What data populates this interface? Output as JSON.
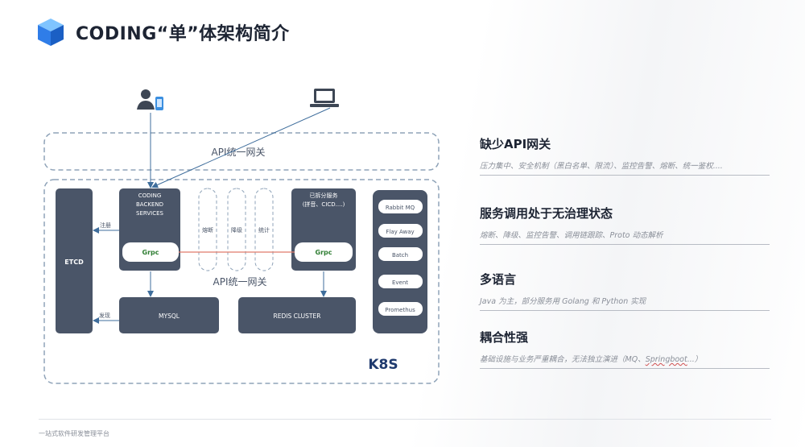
{
  "header": {
    "title": "CODING“单”体架构简介"
  },
  "diagram": {
    "gateway_top_label": "API统一网关",
    "gateway_mid_label": "API统一网关",
    "etcd_label": "ETCD",
    "register_label": "注册",
    "discover_label": "发现",
    "backend_lines": [
      "CODING",
      "BACKEND",
      "SERVICES"
    ],
    "grpc_left": "Grpc",
    "grpc_right": "Grpc",
    "split_lines": [
      "已拆分服务",
      "(拼音、CICD....)"
    ],
    "pill_fuse": "熔断",
    "pill_degrade": "降级",
    "pill_stats": "统计",
    "mysql_label": "MYSQL",
    "redis_label": "REDIS CLUSTER",
    "infra_items": [
      "Rabbit MQ",
      "Flay Away",
      "Batch",
      "Event",
      "Promethus"
    ],
    "k8s_label": "K8S"
  },
  "sections": [
    {
      "title": "缺少API网关",
      "desc": "压力集中、安全机制（黑白名单、限流）、监控告警、熔断、统一鉴权...."
    },
    {
      "title": "服务调用处于无治理状态",
      "desc": "熔断、降级、监控告警、调用链跟踪、Proto 动态解析"
    },
    {
      "title": "多语言",
      "desc": "Java 为主，部分服务用 Golang 和 Python 实现"
    },
    {
      "title": "耦合性强",
      "desc_prefix": "基础设施与业务严重耦合，无法独立演进（MQ、",
      "desc_underlined": "Springboot",
      "desc_suffix": "...）"
    }
  ],
  "footer": {
    "text": "一站式软件研发管理平台"
  },
  "colors": {
    "box": "#4a5568",
    "dashed": "#8fa3b8",
    "arrow": "#3f6e9c",
    "red_line": "#e07b6a",
    "grpc_fill": "#ffffff"
  }
}
